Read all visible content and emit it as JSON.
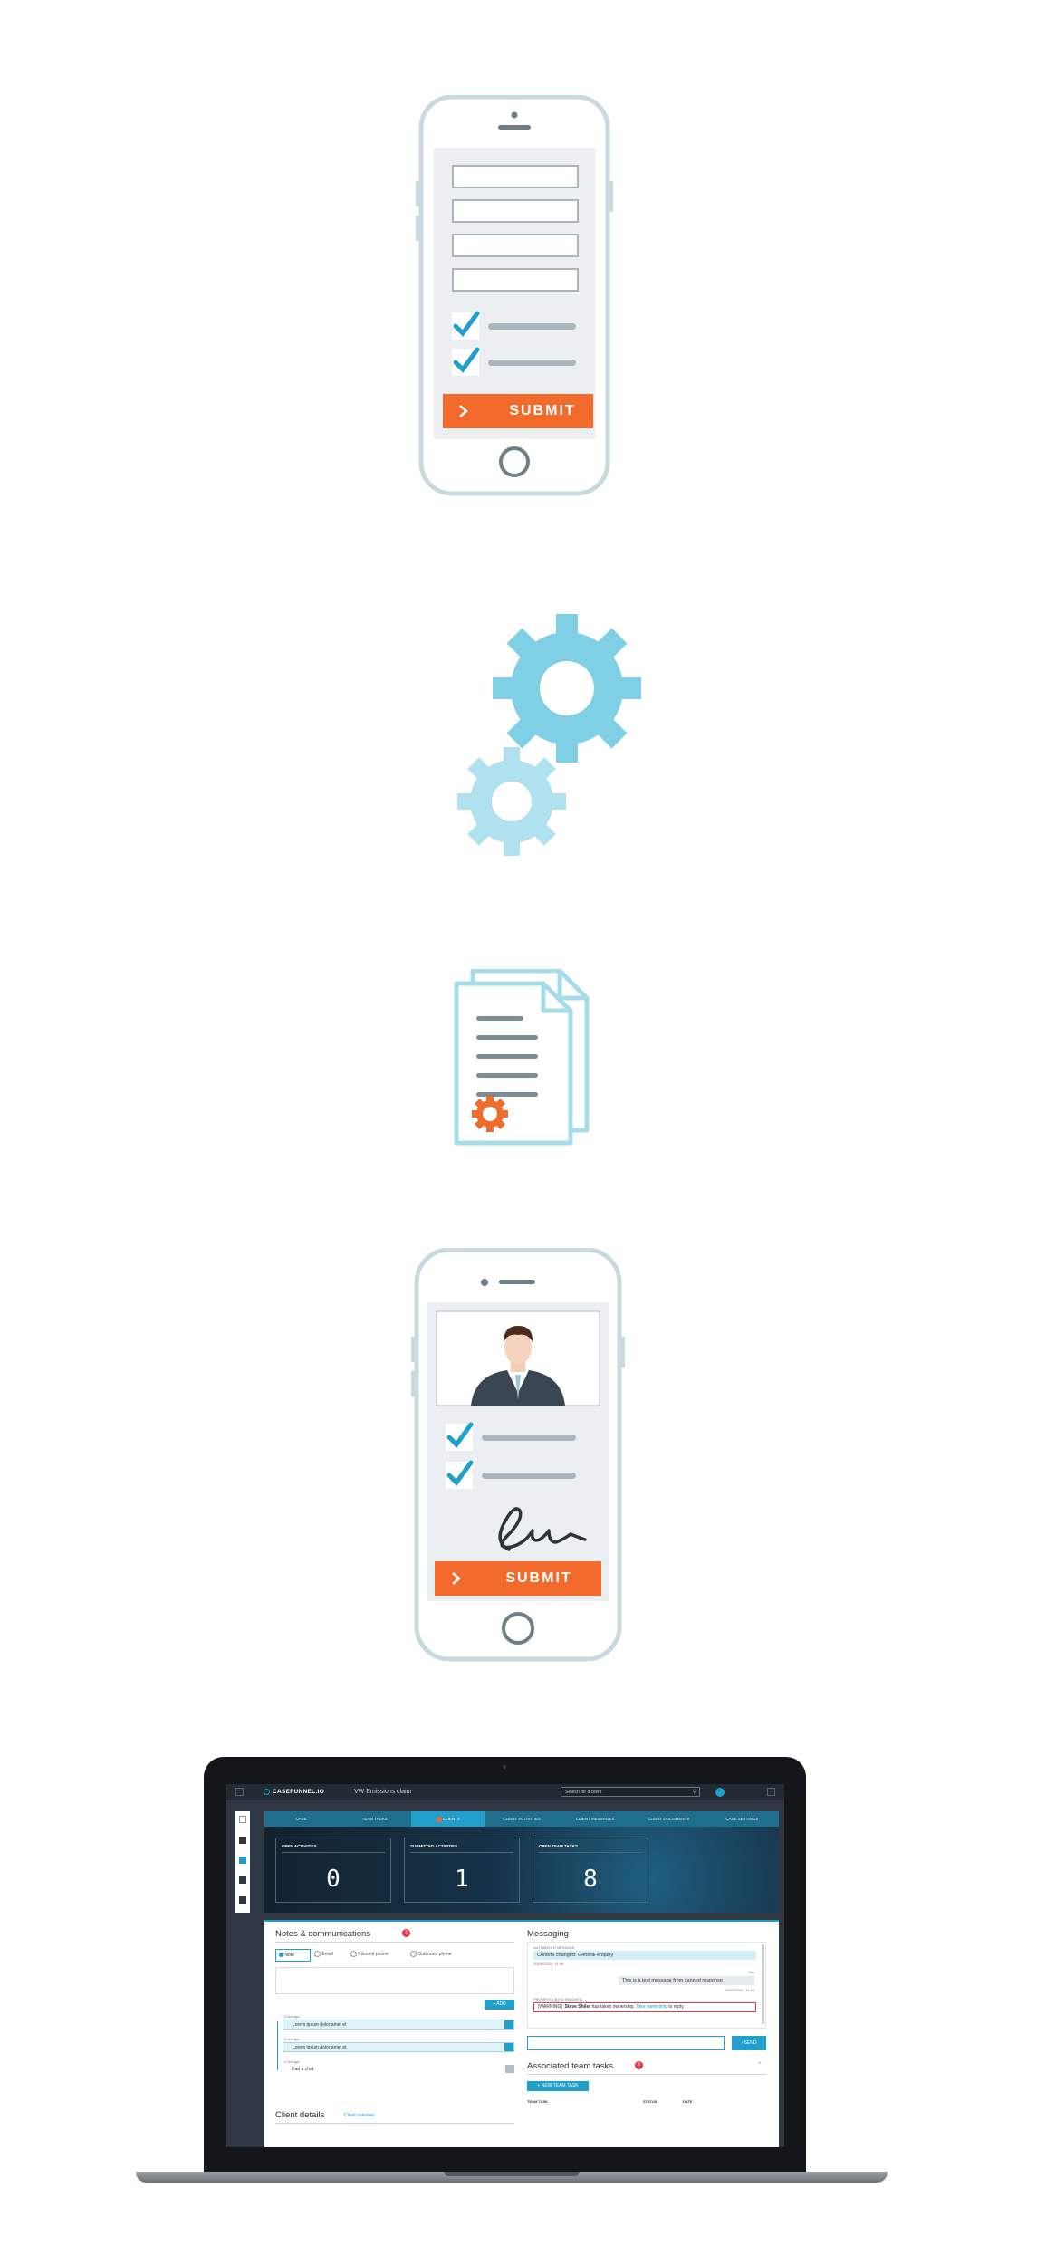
{
  "form_phone": {
    "submit_label": "SUBMIT",
    "field_count": 4,
    "checked_items": 2
  },
  "sign_phone": {
    "submit_label": "SUBMIT",
    "checked_items": 2
  },
  "icons": {
    "gears": "gears-icon",
    "documents": "certified-documents-icon",
    "signature": "signature-icon",
    "avatar": "businessman-avatar"
  },
  "colors": {
    "orange": "#f26b2d",
    "teal": "#1f9fc9",
    "gear_dark": "#7fcfe5",
    "gear_light": "#b0e1ee",
    "doc_outline": "#a6dbe8",
    "phone_frame": "#c9d9e0"
  },
  "app": {
    "logo": "CASEFUNNEL.IO",
    "case_title": "VW Emissions claim",
    "search_placeholder": "Search for a client",
    "tabs": [
      "CASE",
      "TEAM TASKS",
      "CLIENTS",
      "CLIENT ACTIVITIES",
      "CLIENT MESSAGES",
      "CLIENT DOCUMENTS",
      "CASE SETTINGS"
    ],
    "active_tab": 2,
    "stats": [
      {
        "label": "OPEN ACTIVITIES",
        "value": "0"
      },
      {
        "label": "SUBMITTED ACTIVITIES",
        "value": "1"
      },
      {
        "label": "OPEN TEAM TASKS",
        "value": "8"
      }
    ],
    "notes": {
      "title": "Notes & communications",
      "badge": "2",
      "types": [
        "Note",
        "Email",
        "Inbound phone",
        "Outbound phone"
      ],
      "add_label": "ADD",
      "items": [
        {
          "time": "2 hrs ago",
          "text": "Lorem ipsum dolor amet et"
        },
        {
          "time": "3 hrs ago",
          "text": "Lorem ipsum dolor amet et"
        },
        {
          "time": "2 hrs ago",
          "text": "Had a chat"
        }
      ]
    },
    "messaging": {
      "title": "Messaging",
      "auto_label": "AUTOMATED MESSAGE",
      "auto_text": "Content changed: General enquiry",
      "auto_time": "20/09/2020 · 11:46",
      "sender": "Zac",
      "reply_text": "This is a test message from canned response",
      "reply_time": "20/09/2020 · 11:46",
      "prompt_label": "PROMPTED BY AI INSIGHTS",
      "warn_prefix": "[WARNING]: ",
      "warn_name": "Steve Shiler",
      "warn_mid": " has taken ownership. ",
      "warn_link": "Take ownership",
      "warn_suffix": " to reply.",
      "send_label": "SEND"
    },
    "tasks": {
      "title": "Associated team tasks",
      "badge": "8",
      "new_label": "NEW TEAM TASK",
      "cols": [
        "TEAM TASK",
        "STATUS",
        "DATE"
      ]
    },
    "client_details": {
      "title": "Client details",
      "link": "Client overview"
    }
  }
}
